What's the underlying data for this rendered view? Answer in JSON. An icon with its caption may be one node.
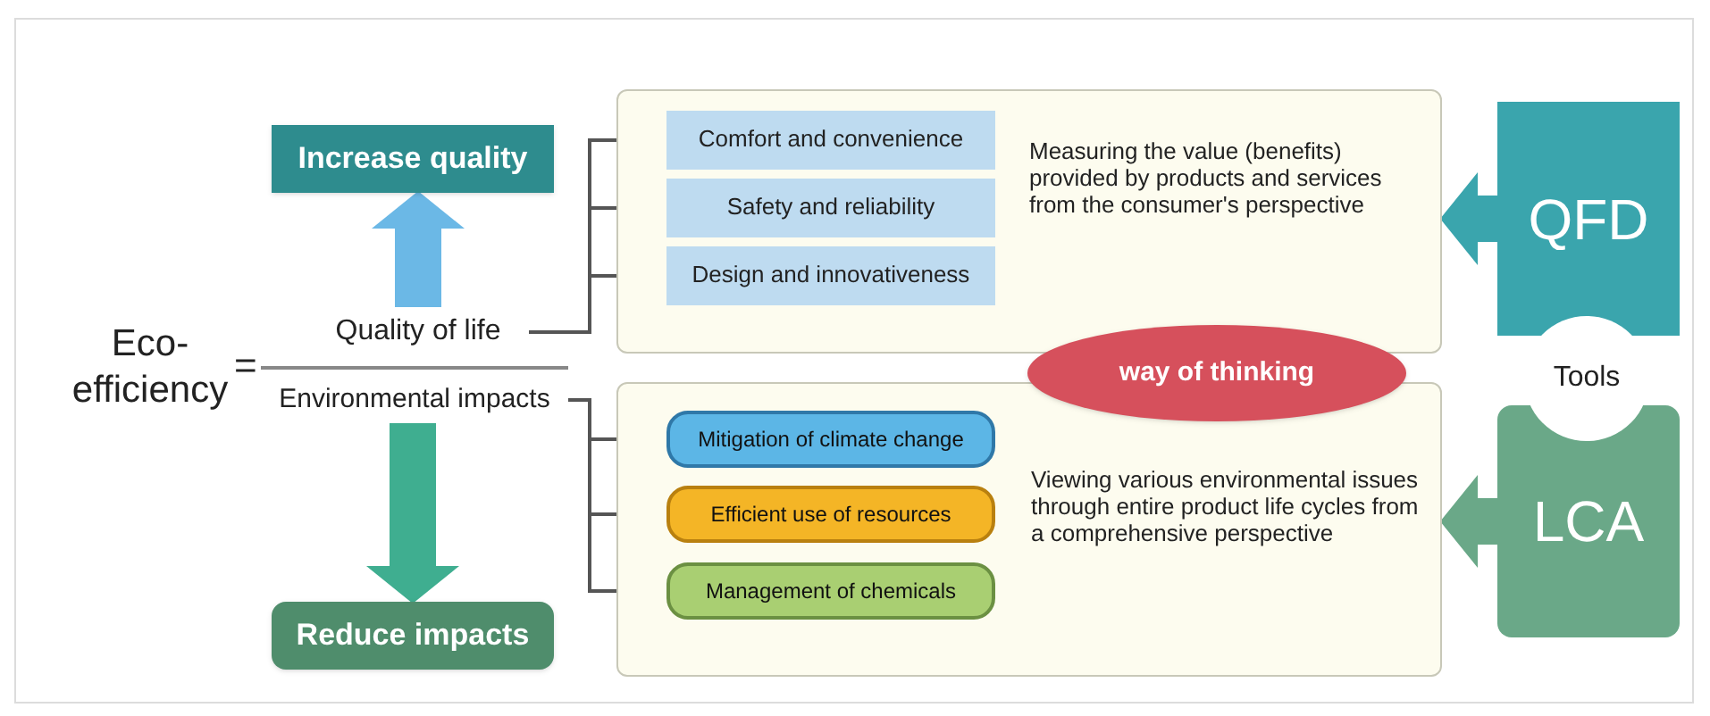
{
  "diagram": {
    "nodes": [
      {
        "text": [
          "Increase quality"
        ]
      },
      {
        "text": [
          "Quality of life"
        ]
      },
      {
        "text": [
          "Environmental impacts"
        ]
      },
      {
        "text": [
          "Reduce impacts"
        ]
      },
      {
        "text": [
          "Measuring the value (benefits) provided by products and services from the consumer's perspective"
        ]
      },
      {
        "text": [
          "Comfort and convenience"
        ],
        "in": 4
      },
      {
        "text": [
          "Safety and reliability"
        ],
        "in": 4
      },
      {
        "text": [
          "Design and innovativeness"
        ],
        "in": 4
      },
      {
        "text": [
          "Viewing various environmental issues through entire product life cycles from a comprehensive perspective"
        ]
      },
      {
        "text": [
          "Mitigation of climate change"
        ],
        "in": 8
      },
      {
        "text": [
          "Efficient use of resources"
        ],
        "in": 8
      },
      {
        "text": [
          "Management of chemicals"
        ],
        "in": 8
      },
      {
        "text": [
          "way of thinking"
        ]
      },
      {
        "text": [
          "QFD"
        ]
      },
      {
        "text": [
          "Tools"
        ]
      },
      {
        "text": [
          "LCA"
        ]
      }
    ],
    "edges": [
      {
        "from": 1,
        "to": 0,
        "arrow": "to",
        "style": "thick",
        "color": "#6bb8e6"
      },
      {
        "from": 2,
        "to": 3,
        "arrow": "to",
        "style": "thick",
        "color": "#3fae90"
      },
      {
        "from": 1,
        "to": 5,
        "arrow": "none"
      },
      {
        "from": 1,
        "to": 6,
        "arrow": "none"
      },
      {
        "from": 1,
        "to": 7,
        "arrow": "none"
      },
      {
        "from": 2,
        "to": 9,
        "arrow": "none"
      },
      {
        "from": 2,
        "to": 10,
        "arrow": "none"
      },
      {
        "from": 2,
        "to": 11,
        "arrow": "none"
      },
      {
        "from": 13,
        "to": 4,
        "arrow": "to",
        "style": "thick",
        "color": "#3aa5ad"
      },
      {
        "from": 15,
        "to": 8,
        "arrow": "to",
        "style": "thick",
        "color": "#6aa888"
      }
    ],
    "labels": [
      "Eco- efficiency",
      "="
    ]
  }
}
